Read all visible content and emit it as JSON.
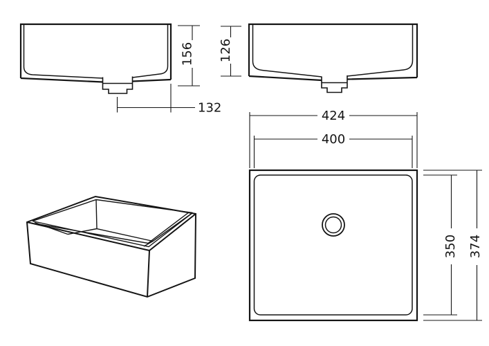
{
  "drawing": {
    "background": "#ffffff",
    "line_color": "#141414",
    "views": {
      "front_elevation": {
        "dim_height": "156",
        "dim_drain_offset": "132"
      },
      "side_elevation": {
        "dim_height": "126"
      },
      "plan": {
        "dim_outer_width": "424",
        "dim_inner_width": "400",
        "dim_inner_depth": "350",
        "dim_outer_depth": "374"
      }
    }
  }
}
